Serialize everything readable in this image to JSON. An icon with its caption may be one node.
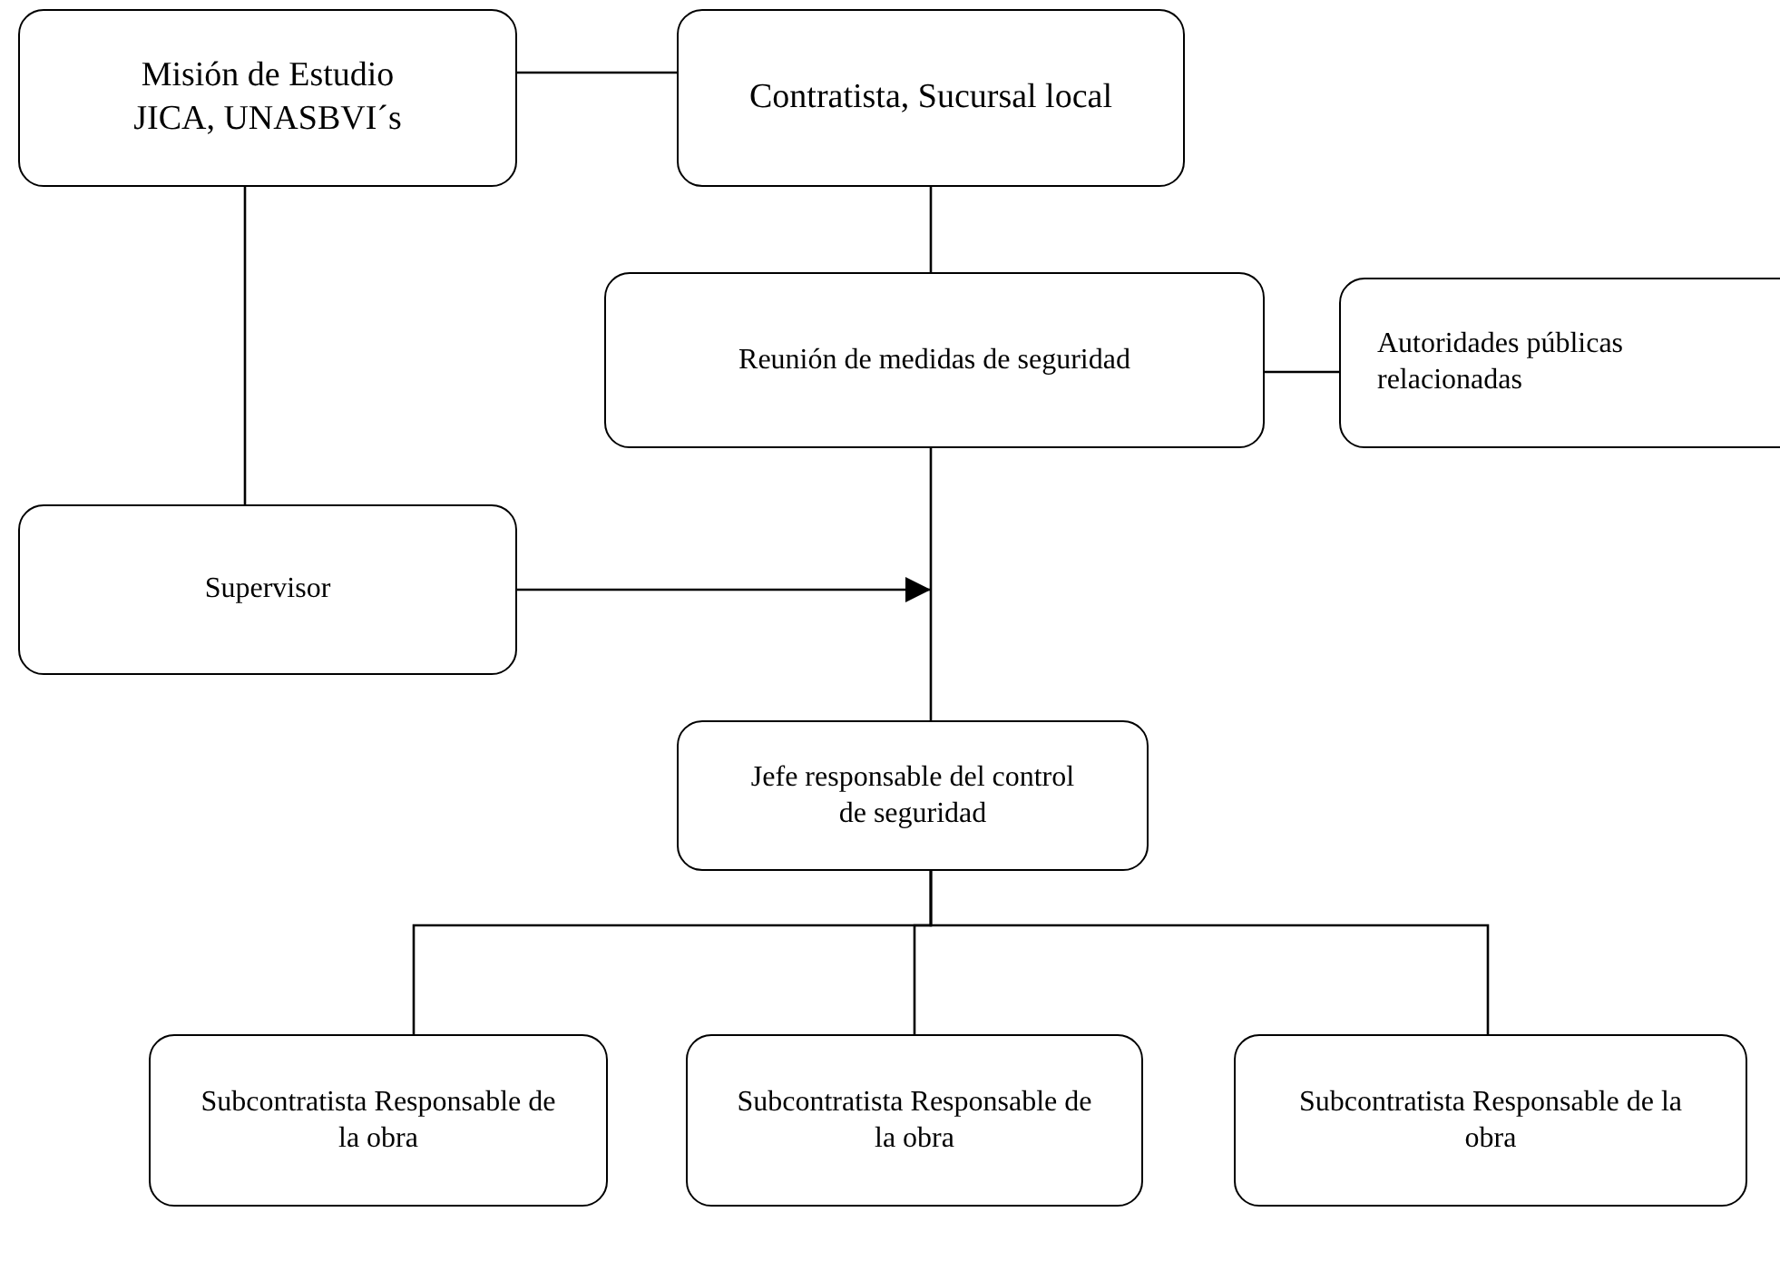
{
  "diagram": {
    "nodes": [
      {
        "text": [
          "Misión de Estudio JICA, UNASBVI´s"
        ]
      },
      {
        "text": [
          "Contratista, Sucursal local"
        ]
      },
      {
        "text": [
          "Reunión de medidas de seguridad"
        ]
      },
      {
        "text": [
          "Autoridades públicas relacionadas"
        ]
      },
      {
        "text": [
          "Supervisor"
        ]
      },
      {
        "text": [
          "Jefe responsable del control de seguridad"
        ]
      },
      {
        "text": [
          "Subcontratista Responsable de la obra"
        ]
      },
      {
        "text": [
          "Subcontratista Responsable de la obra"
        ]
      },
      {
        "text": [
          "Subcontratista Responsable de la obra"
        ]
      }
    ],
    "edges": [
      {
        "from": 0,
        "to": 1,
        "arrow": "none"
      },
      {
        "from": 0,
        "to": 4,
        "arrow": "none"
      },
      {
        "from": 1,
        "to": 2,
        "arrow": "none"
      },
      {
        "from": 2,
        "to": 3,
        "arrow": "none"
      },
      {
        "from": 2,
        "to": 5,
        "arrow": "none"
      },
      {
        "from": 4,
        "to": null,
        "arrow": "to"
      },
      {
        "from": 5,
        "to": 6,
        "arrow": "none"
      },
      {
        "from": 5,
        "to": 7,
        "arrow": "none"
      },
      {
        "from": 5,
        "to": 8,
        "arrow": "none"
      }
    ]
  }
}
